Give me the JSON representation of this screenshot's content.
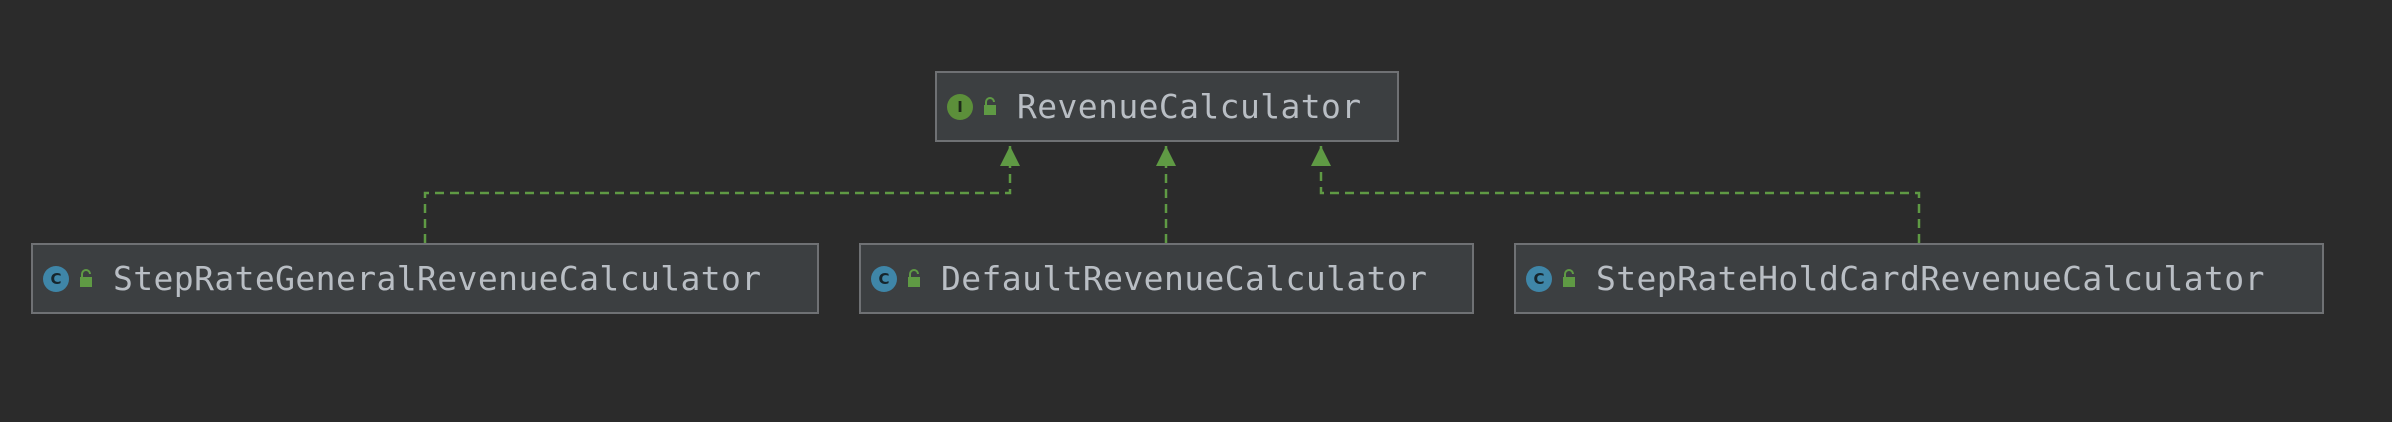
{
  "diagram": {
    "interface": {
      "kind_letter": "I",
      "name": "RevenueCalculator",
      "icon": "interface-icon",
      "visibility_icon": "public-lock-icon"
    },
    "implementations": [
      {
        "kind_letter": "C",
        "name": "StepRateGeneralRevenueCalculator",
        "icon": "class-icon",
        "visibility_icon": "public-lock-icon"
      },
      {
        "kind_letter": "C",
        "name": "DefaultRevenueCalculator",
        "icon": "class-icon",
        "visibility_icon": "public-lock-icon"
      },
      {
        "kind_letter": "C",
        "name": "StepRateHoldCardRevenueCalculator",
        "icon": "class-icon",
        "visibility_icon": "public-lock-icon"
      }
    ],
    "edges": [
      {
        "from": "StepRateGeneralRevenueCalculator",
        "to": "RevenueCalculator",
        "relation": "implements"
      },
      {
        "from": "DefaultRevenueCalculator",
        "to": "RevenueCalculator",
        "relation": "implements"
      },
      {
        "from": "StepRateHoldCardRevenueCalculator",
        "to": "RevenueCalculator",
        "relation": "implements"
      }
    ],
    "colors": {
      "background": "#2b2b2b",
      "node_fill": "#3c3f41",
      "node_border": "#6f7174",
      "text": "#b9bec4",
      "edge": "#5f9a44",
      "interface_icon": "#5c8f3a",
      "class_icon": "#3f86a8"
    }
  }
}
